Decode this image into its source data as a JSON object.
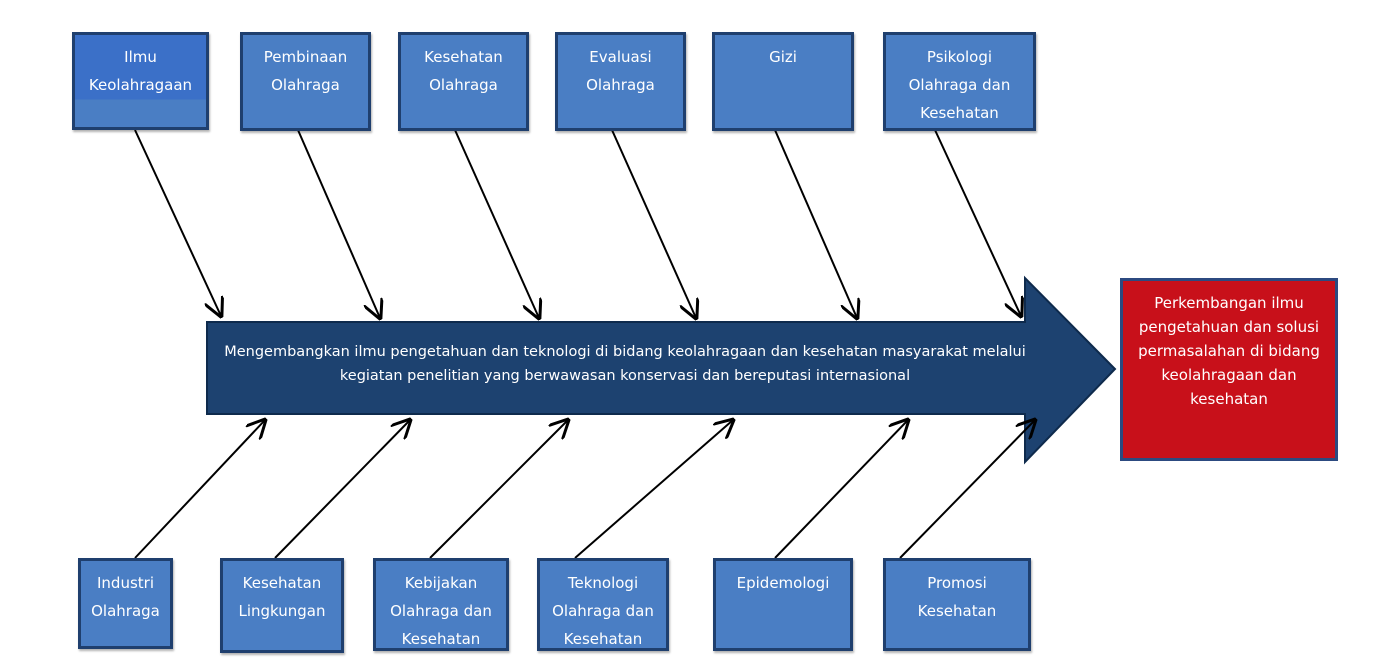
{
  "top_causes": [
    "Ilmu Keolahragaan",
    "Pembinaan Olahraga",
    "Kesehatan Olahraga",
    "Evaluasi Olahraga",
    "Gizi",
    "Psikologi Olahraga dan Kesehatan"
  ],
  "bottom_causes": [
    "Industri Olahraga",
    "Kesehatan Lingkungan",
    "Kebijakan Olahraga dan Kesehatan",
    "Teknologi Olahraga dan Kesehatan",
    "Epidemologi",
    "Promosi Kesehatan"
  ],
  "spine_text": "Mengembangkan ilmu pengetahuan dan teknologi di bidang keolahragaan dan kesehatan masyarakat melalui kegiatan penelitian yang berwawasan konservasi dan bereputasi internasional",
  "outcome": "Perkembangan ilmu pengetahuan dan solusi permasalahan di bidang keolahragaan dan kesehatan",
  "colors": {
    "box": "#4a7ec4",
    "spine": "#1d4270",
    "outcome": "#c8101a"
  }
}
